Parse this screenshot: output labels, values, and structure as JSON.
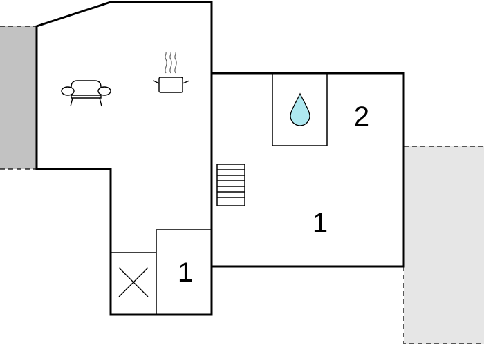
{
  "floorplan": {
    "colors": {
      "wall": "#000000",
      "background": "#ffffff",
      "terrace_left": "#c2c2c2",
      "terrace_right": "#e6e6e6",
      "water_fill": "#aee8f0"
    },
    "room_labels": {
      "bathroom": "1",
      "bedroom_small": "2",
      "bedroom_large": "1"
    },
    "icons": [
      "sofa-icon",
      "cooking-pot-icon",
      "water-drop-icon",
      "stairs-icon",
      "shower-cross-icon"
    ]
  }
}
